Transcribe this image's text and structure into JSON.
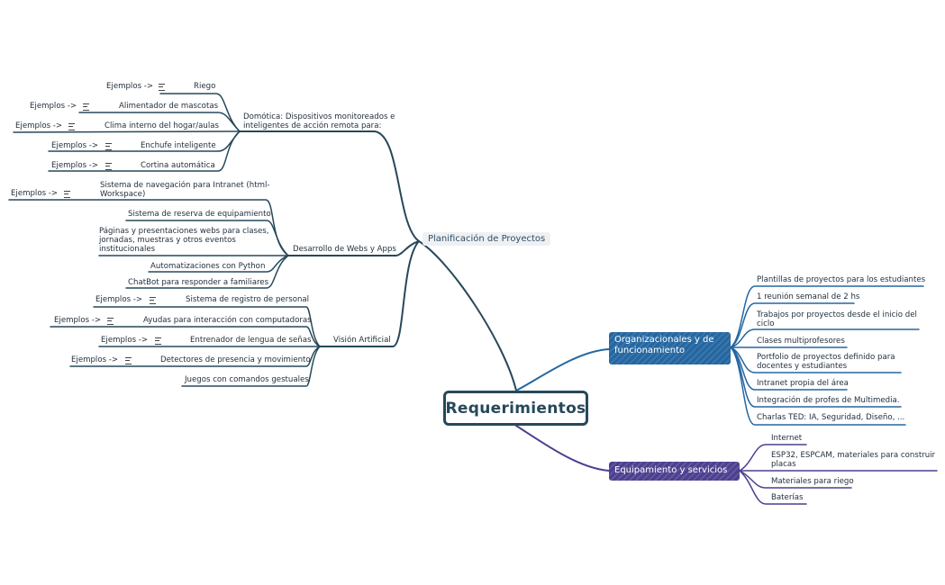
{
  "root": {
    "label": "Requerimientos"
  },
  "topics": {
    "planificacion": {
      "label": "Planificación de Proyectos",
      "domotica": {
        "label": "Domótica: Dispositivos monitoreados e inteligentes de acción remota para:",
        "items": [
          {
            "label": "Riego",
            "example": "Ejemplos ->"
          },
          {
            "label": "Alimentador de mascotas",
            "example": "Ejemplos ->"
          },
          {
            "label": "Clima interno del hogar/aulas",
            "example": "Ejemplos ->"
          },
          {
            "label": "Enchufe inteligente",
            "example": "Ejemplos ->"
          },
          {
            "label": "Cortina automática",
            "example": "Ejemplos ->"
          }
        ]
      },
      "webs": {
        "label": "Desarrollo de Webs y Apps",
        "items": [
          {
            "label": "Sistema de navegación para Intranet (html-Workspace)",
            "example": "Ejemplos ->"
          },
          {
            "label": "Sistema de reserva de equipamiento"
          },
          {
            "label": "Páginas y presentaciones webs para clases, jornadas, muestras y otros eventos institucionales"
          },
          {
            "label": "Automatizaciones con Python"
          },
          {
            "label": "ChatBot para responder a familiares"
          }
        ]
      },
      "vision": {
        "label": "Visión Artificial",
        "items": [
          {
            "label": "Sistema de registro de personal",
            "example": "Ejemplos ->"
          },
          {
            "label": "Ayudas para interacción con computadoras",
            "example": "Ejemplos ->"
          },
          {
            "label": "Entrenador de lengua de señas",
            "example": "Ejemplos ->"
          },
          {
            "label": "Detectores de presencia y movimiento",
            "example": "Ejemplos ->"
          },
          {
            "label": "Juegos con comandos gestuales"
          }
        ]
      }
    },
    "organizacionales": {
      "label": "Organizacionales y de funcionamiento",
      "items": [
        "Plantillas de proyectos para los estudiantes",
        "1 reunión semanal de 2 hs",
        "Trabajos por proyectos desde el inicio del ciclo",
        "Clases multiprofesores",
        "Portfolio de proyectos definido para docentes y estudiantes",
        "Intranet propia del área",
        "Integración de profes de Multimedia.",
        "Charlas TED: IA, Seguridad, Diseño, ..."
      ]
    },
    "equipamiento": {
      "label": "Equipamiento y servicios",
      "items": [
        "Internet",
        "ESP32, ESPCAM, materiales para construir placas",
        "Materiales para riego",
        "Baterías"
      ]
    }
  },
  "colors": {
    "dark": "#27485a",
    "blue": "#2466a0",
    "purple": "#4c3f8f"
  }
}
